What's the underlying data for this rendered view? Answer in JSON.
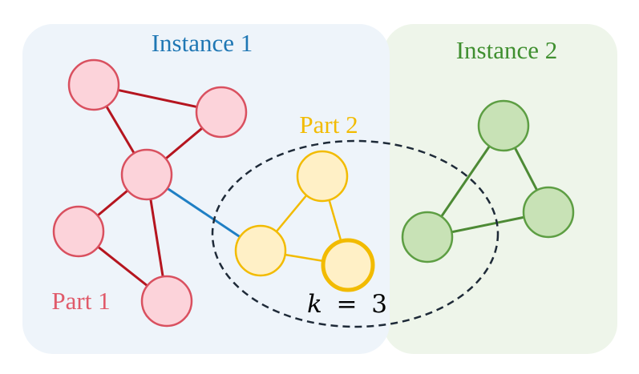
{
  "diagram": {
    "instance1": {
      "label": "Instance 1",
      "label_color": "#1f77b4",
      "fill": "#eef4fa"
    },
    "instance2": {
      "label": "Instance 2",
      "label_color": "#3f8f2f",
      "fill": "#eef5ea"
    },
    "part1": {
      "label": "Part 1",
      "color": "#e05a6a",
      "node_fill": "#fcd3da",
      "node_stroke": "#d9505f",
      "edge": "#b5151f"
    },
    "part2": {
      "label": "Part 2",
      "color": "#f2bb00",
      "node_fill": "#fff0c6",
      "node_stroke": "#f2bb00",
      "edge": "#f2bb00"
    },
    "instance2_graph": {
      "node_fill": "#c8e2b6",
      "node_stroke": "#5d9e43",
      "edge": "#4d8a35"
    },
    "cross_edge_color": "#1f7fc4",
    "selection": {
      "k_var": "k",
      "equals": "=",
      "k_value": "3",
      "stroke": "#1e2a38"
    }
  }
}
